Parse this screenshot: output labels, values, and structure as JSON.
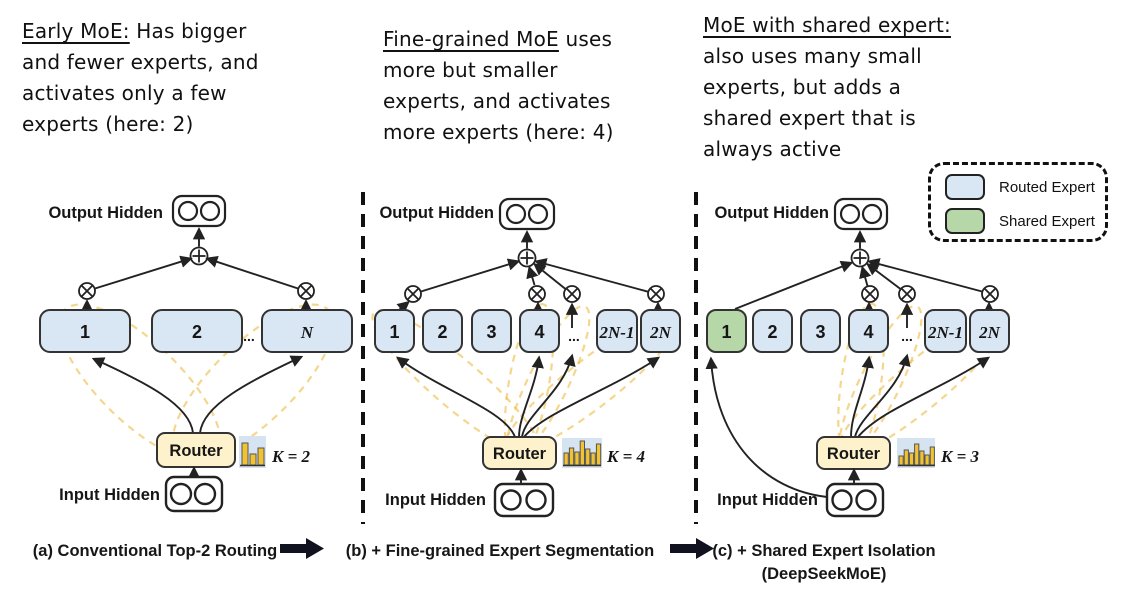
{
  "annotations": [
    {
      "lead": "Early MoE:",
      "tail": " Has bigger",
      "lines": [
        "and fewer experts, and",
        "activates only a few",
        "experts (here: 2)"
      ]
    },
    {
      "lead": "Fine-grained MoE",
      "tail": " uses",
      "lines": [
        "more but smaller",
        "experts, and activates",
        "more experts (here: 4)"
      ]
    },
    {
      "lead": "MoE with shared expert:",
      "tail": "",
      "lines": [
        "also uses many small",
        "experts, but adds a",
        "shared expert that is",
        "always active"
      ]
    }
  ],
  "legend": {
    "items": [
      {
        "label": "Routed Expert",
        "color": "#d9e7f5"
      },
      {
        "label": "Shared Expert",
        "color": "#b6d7a8"
      }
    ]
  },
  "diagram": {
    "output_label": "Output Hidden",
    "input_label": "Input Hidden",
    "router_label": "Router",
    "dots": "...",
    "colors": {
      "routed_expert": "#d9e7f5",
      "shared_expert": "#b6d7a8",
      "router": "#fdf2cc",
      "highlight_dash": "#f0c050",
      "histogram_bar": "#f1c232"
    },
    "panels": [
      {
        "k": "K = 2",
        "experts": [
          "1",
          "2",
          "N"
        ],
        "caption": "(a) Conventional Top-2 Routing"
      },
      {
        "k": "K = 4",
        "experts": [
          "1",
          "2",
          "3",
          "4",
          "2N-1",
          "2N"
        ],
        "caption": "(b) + Fine-grained Expert Segmentation"
      },
      {
        "k": "K = 3",
        "experts": [
          "1",
          "2",
          "3",
          "4",
          "2N-1",
          "2N"
        ],
        "caption": "(c) + Shared Expert Isolation",
        "caption2": "(DeepSeekMoE)"
      }
    ]
  }
}
